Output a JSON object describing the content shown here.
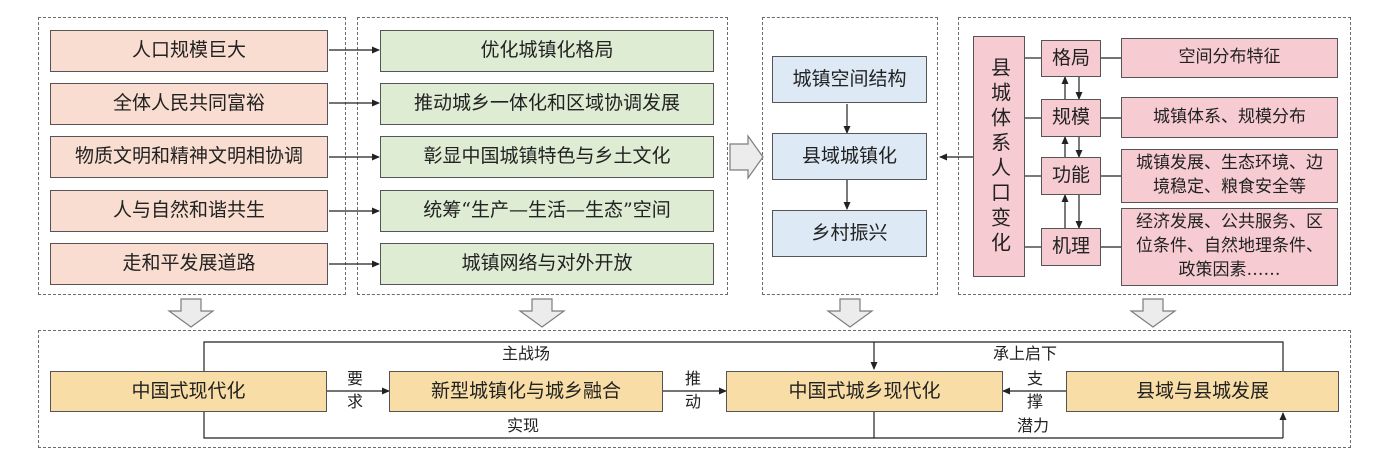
{
  "panel_principles": {
    "items": [
      "人口规模巨大",
      "全体人民共同富裕",
      "物质文明和精神文明相协调",
      "人与自然和谐共生",
      "走和平发展道路"
    ]
  },
  "panel_tasks": {
    "items": [
      "优化城镇化格局",
      "推动城乡一体化和区域协调发展",
      "彰显中国城镇特色与乡土文化",
      "统筹“生产—生活—生态”空间",
      "城镇网络与对外开放"
    ]
  },
  "panel_center": {
    "items": [
      "城镇空间结构",
      "县域城镇化",
      "乡村振兴"
    ]
  },
  "panel_county": {
    "vertical_title": "县城体系人口变化",
    "factors": [
      "格局",
      "规模",
      "功能",
      "机理"
    ],
    "descriptions": [
      "空间分布特征",
      "城镇体系、规模分布",
      "城镇发展、生态环境、边境稳定、粮食安全等",
      "经济发展、公共服务、区位条件、自然地理条件、政策因素……"
    ]
  },
  "bottom": {
    "boxes": [
      "中国式现代化",
      "新型城镇化与城乡融合",
      "中国式城乡现代化",
      "县域与县城发展"
    ],
    "labels": {
      "yaoqiu": [
        "要",
        "求"
      ],
      "tuidong": [
        "推",
        "动"
      ],
      "zhicheng": [
        "支",
        "撑"
      ],
      "zhuzhanchang": "主战场",
      "chengshang": "承上启下",
      "shixian": "实现",
      "qianli": "潜力"
    }
  }
}
